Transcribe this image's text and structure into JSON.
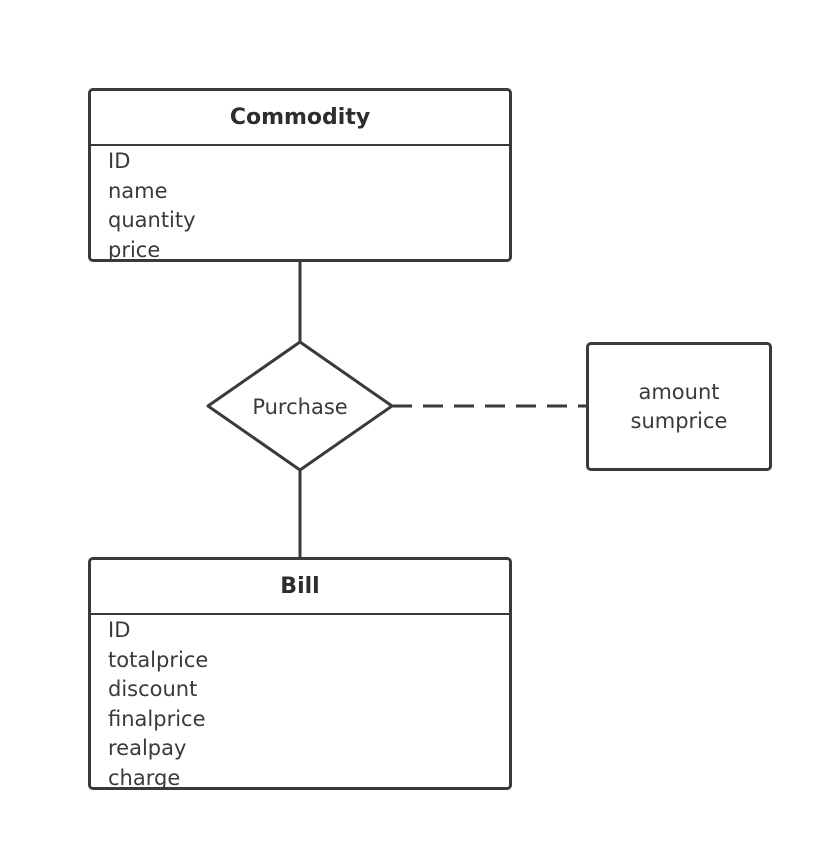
{
  "entities": {
    "commodity": {
      "title": "Commodity",
      "attributes": [
        "ID",
        "name",
        "quantity",
        "price"
      ]
    },
    "bill": {
      "title": "Bill",
      "attributes": [
        "ID",
        "totalprice",
        "discount",
        "finalprice",
        "realpay",
        "charge"
      ]
    }
  },
  "relationship": {
    "label": "Purchase"
  },
  "relationship_attributes": {
    "lines": [
      "amount",
      "sumprice"
    ]
  }
}
